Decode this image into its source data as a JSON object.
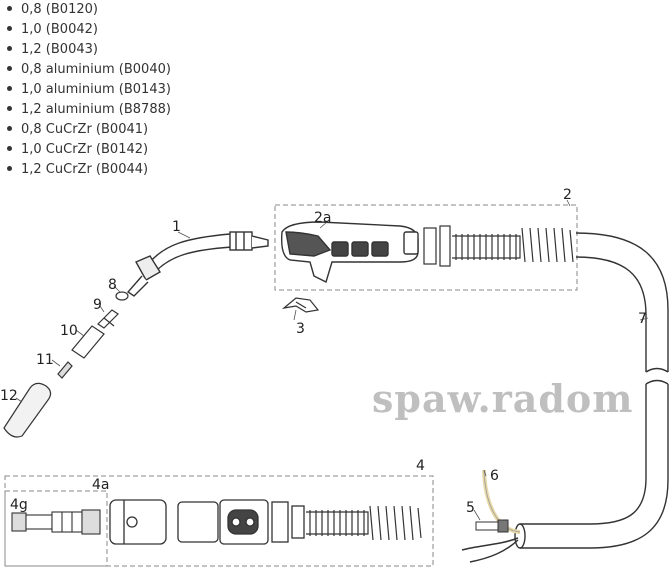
{
  "parts_list": [
    "0,8 (B0120)",
    "1,0 (B0042)",
    "1,2 (B0043)",
    "0,8 aluminium (B0040)",
    "1,0 aluminium (B0143)",
    "1,2 aluminium (B8788)",
    "0,8 CuCrZr (B0041)",
    "1,0 CuCrZr (B0142)",
    "1,2 CuCrZr (B0044)"
  ],
  "callouts": {
    "c1": "1",
    "c2": "2",
    "c2a": "2a",
    "c3": "3",
    "c4": "4",
    "c4a": "4a",
    "c4g": "4g",
    "c5": "5",
    "c6": "6",
    "c7": "7",
    "c8": "8",
    "c9": "9",
    "c10": "10",
    "c11": "11",
    "c12": "12"
  },
  "watermark": "spaw.radom",
  "colors": {
    "line": "#333333",
    "handle_dark": "#444444",
    "gas_hose": "#e8d9a8",
    "watermark": "#bfbfbf"
  }
}
